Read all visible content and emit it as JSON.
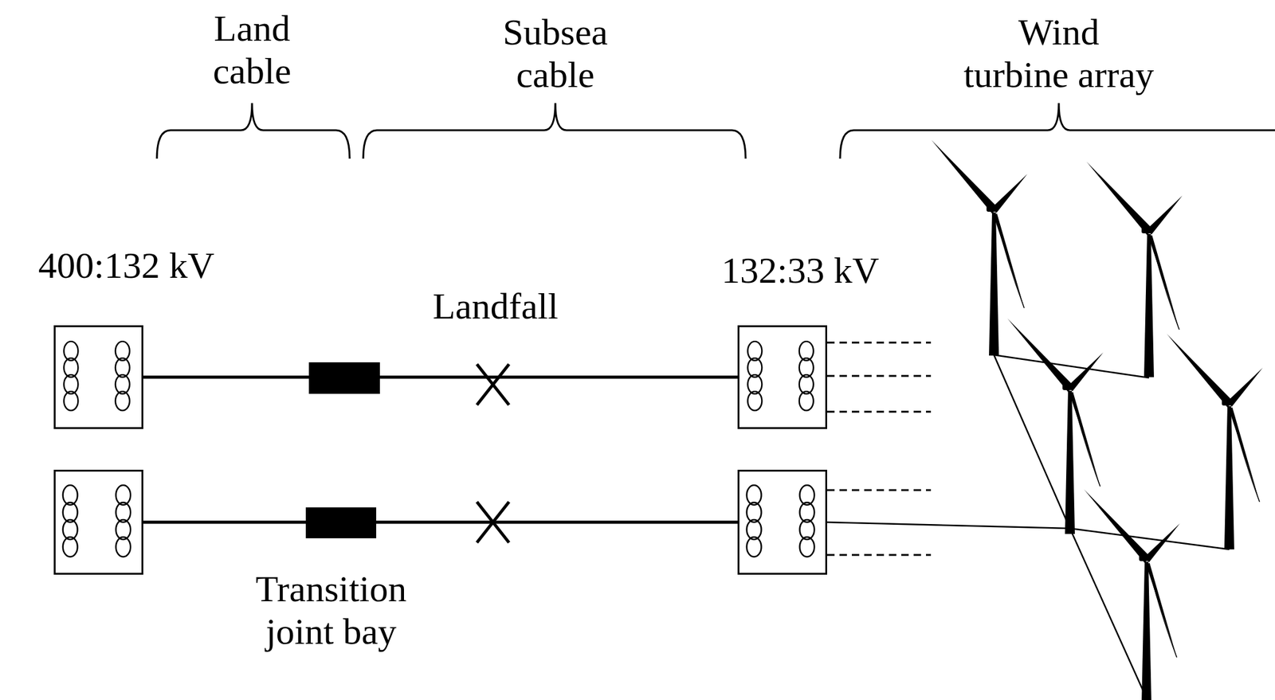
{
  "diagram": {
    "nodes": [
      {
        "text": [
          "400:132 kV"
        ]
      },
      {
        "text": [
          "132:33 kV"
        ]
      }
    ],
    "edges": [
      {
        "from": 0,
        "to": 1,
        "arrow": "none"
      }
    ],
    "labels": [
      "Land cable",
      "Subsea cable",
      "Wind turbine array",
      "Landfall",
      "Transition joint bay"
    ]
  }
}
